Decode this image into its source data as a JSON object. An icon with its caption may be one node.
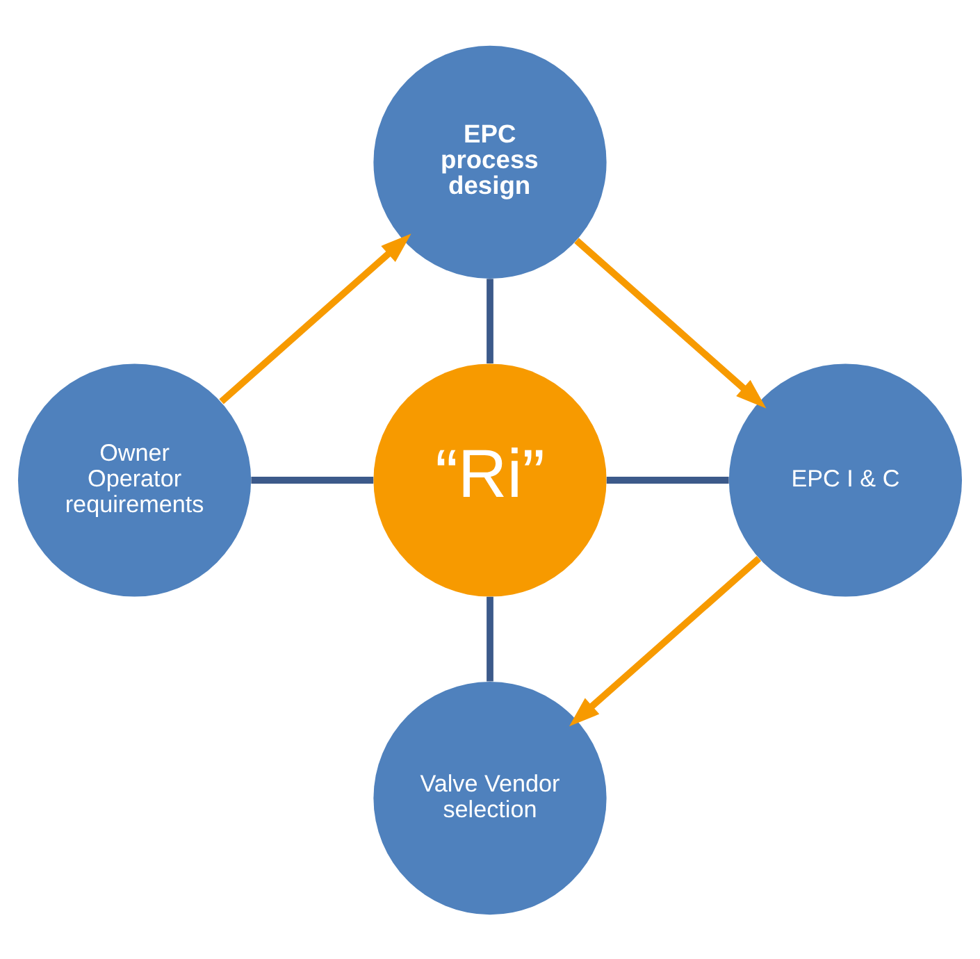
{
  "diagram": {
    "nodes": [
      {
        "text": [
          "EPC process design"
        ]
      },
      {
        "text": [
          "Owner Operator requirements"
        ]
      },
      {
        "text": [
          "“Ri”"
        ]
      },
      {
        "text": [
          "EPC I & C"
        ]
      },
      {
        "text": [
          "Valve Vendor selection"
        ]
      }
    ],
    "edges": [
      {
        "from": 0,
        "to": 2,
        "arrow": "none"
      },
      {
        "from": 1,
        "to": 2,
        "arrow": "none"
      },
      {
        "from": 2,
        "to": 3,
        "arrow": "none"
      },
      {
        "from": 2,
        "to": 4,
        "arrow": "none"
      },
      {
        "from": 1,
        "to": 0,
        "arrow": "to",
        "color": "#f79a00"
      },
      {
        "from": 0,
        "to": 3,
        "arrow": "to",
        "color": "#f79a00"
      },
      {
        "from": 3,
        "to": 4,
        "arrow": "to",
        "color": "#f79a00"
      }
    ]
  }
}
